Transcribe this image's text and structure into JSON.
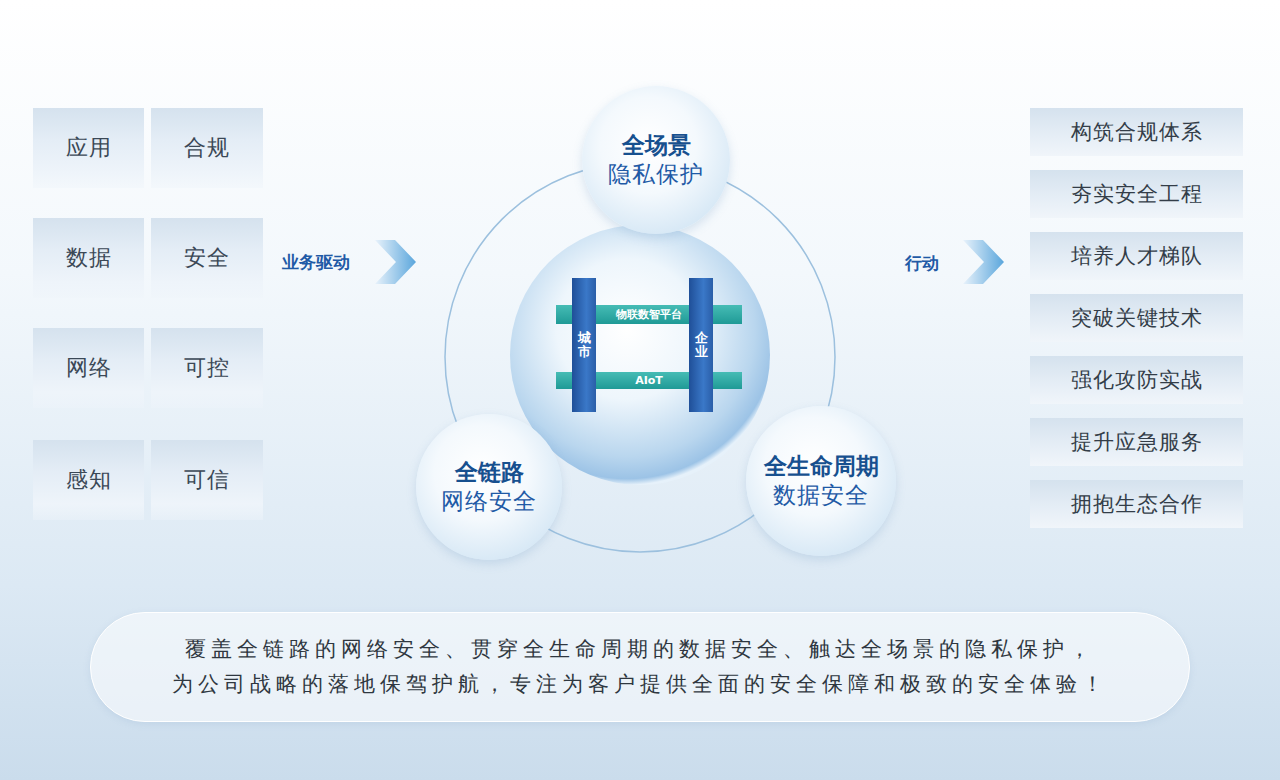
{
  "diagram": {
    "caption": "覆盖全链路的网络安全、贯穿全生命周期的数据安全、触达全场景的隐私保护， 为公司战略的落地保驾护航，专注为客户提供全面的安全保障和极致的安全体验！",
    "nodes": [
      {
        "text": [
          "应用"
        ]
      },
      {
        "text": [
          "合规"
        ]
      },
      {
        "text": [
          "数据"
        ]
      },
      {
        "text": [
          "安全"
        ]
      },
      {
        "text": [
          "网络"
        ]
      },
      {
        "text": [
          "可控"
        ]
      },
      {
        "text": [
          "感知"
        ]
      },
      {
        "text": [
          "可信"
        ]
      },
      {
        "text": [
          "全场景",
          "隐私保护"
        ]
      },
      {
        "text": [
          "城市"
        ]
      },
      {
        "text": [
          "物联数智平台"
        ]
      },
      {
        "text": [
          "企业"
        ]
      },
      {
        "text": [
          "AIoT"
        ]
      },
      {
        "text": [
          "全链路",
          "网络安全"
        ]
      },
      {
        "text": [
          "全生命周期",
          "数据安全"
        ]
      },
      {
        "text": [
          "构筑合规体系"
        ]
      },
      {
        "text": [
          "夯实安全工程"
        ]
      },
      {
        "text": [
          "培养人才梯队"
        ]
      },
      {
        "text": [
          "突破关键技术"
        ]
      },
      {
        "text": [
          "强化攻防实战"
        ]
      },
      {
        "text": [
          "提升应急服务"
        ]
      },
      {
        "text": [
          "拥抱生态合作"
        ]
      }
    ],
    "labels": [
      "业务驱动",
      "行动"
    ]
  }
}
